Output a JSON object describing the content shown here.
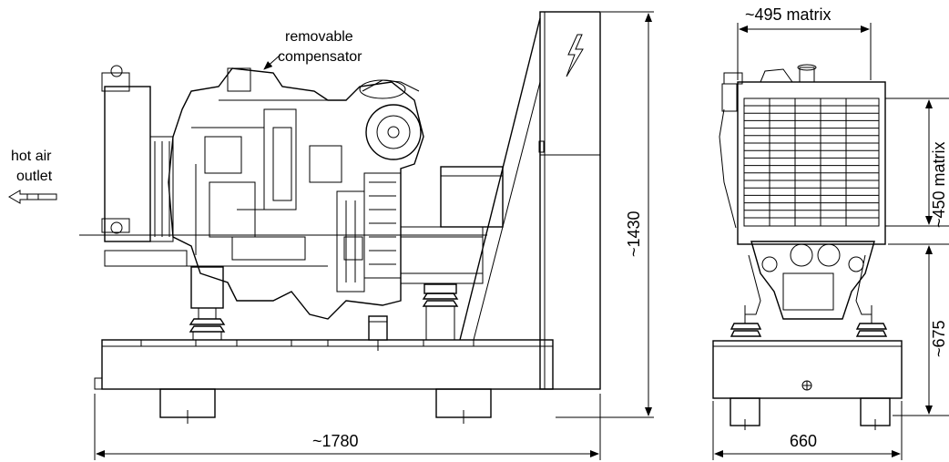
{
  "labels": {
    "hot_air_outlet_line1": "hot air",
    "hot_air_outlet_line2": "outlet",
    "removable_line1": "removable",
    "removable_line2": "compensator",
    "dim_length": "~1780",
    "dim_height": "~1430",
    "dim_width": "660",
    "dim_base_height": "~675",
    "dim_matrix_width": "~495 matrix",
    "dim_matrix_height": "~450 matrix"
  },
  "colors": {
    "ink": "#000000",
    "paper": "#ffffff"
  },
  "icons": {
    "warning_symbol": "lightning-bolt-icon",
    "airflow": "arrow-left-icon"
  }
}
